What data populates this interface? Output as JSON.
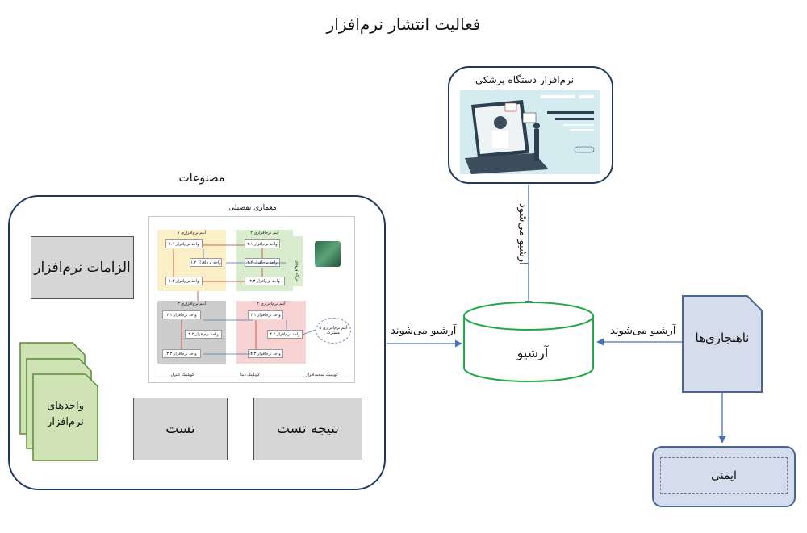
{
  "title": "فعالیت انتشار نرم‌افزار",
  "artifacts": {
    "label": "مصنوعات",
    "requirements": "الزامات نرم‌افزار",
    "units": "واحدهای\nنرم‌افزار",
    "test": "تست",
    "test_result": "نتیجه تست",
    "architecture": {
      "title": "معماری تفصیلی",
      "item1_title": "آیتم نرم‌افزاری ۱",
      "item2_title": "آیتم نرم‌افزاری ۲",
      "item3_title": "آیتم نرم‌افزاری ۳",
      "item4_title": "آیتم نرم‌افزاری ۴",
      "item5_title": "آیتم نرم‌افزاری ۵ مشترک",
      "u1_1": "واحد نرم‌افزار ۱.۱",
      "u1_2": "واحد نرم‌افزار ۱.۲",
      "u1_3": "واحد نرم‌افزار ۱.۳",
      "u2_1": "واحد نرم‌افزار ۲.۱",
      "u2_2": "واحد نرم‌افزار ۲.۲",
      "u2_3": "واحد نرم‌افزار ۲.۳",
      "u3_1": "واحد نرم‌افزار ۳.۱",
      "u3_2": "واحد نرم‌افزار ۳.۲",
      "u3_3": "واحد نرم‌افزار ۳.۳",
      "u4_1": "واحد نرم‌افزار ۴.۱",
      "u4_2": "واحد نرم‌افزار ۴.۲",
      "u4_3": "واحد نرم‌افزار ۴.۳",
      "side_note": "درگاه ورودی",
      "legend_control": "کوپلینگ کنترل",
      "legend_data": "کوپلینگ دیتا",
      "legend_hw": "کوپلینگ سخت‌افزار"
    }
  },
  "device": {
    "label": "نرم‌افزار دستگاه پزشکی"
  },
  "archive": {
    "label": "آرشیو"
  },
  "anomalies": {
    "label": "ناهنجاری‌ها"
  },
  "safety": {
    "label": "ایمنی"
  },
  "edges": {
    "device_to_archive": "آرشیو می‌شود",
    "artifacts_to_archive": "آرشیو می‌شوند",
    "anomalies_to_archive": "آرشیو می‌شوند"
  },
  "colors": {
    "border": "#1f3a5f",
    "archive_stroke": "#22a84a",
    "arrow": "#4a72b8",
    "doc_fill": "#cfe3b5",
    "doc_stroke": "#5b8a3a",
    "note_fill": "#d5dcec",
    "panel_yellow": "#fbefc8",
    "panel_green": "#d9edce",
    "panel_gray": "#cdcdcd",
    "panel_pink": "#f8d3d3"
  }
}
